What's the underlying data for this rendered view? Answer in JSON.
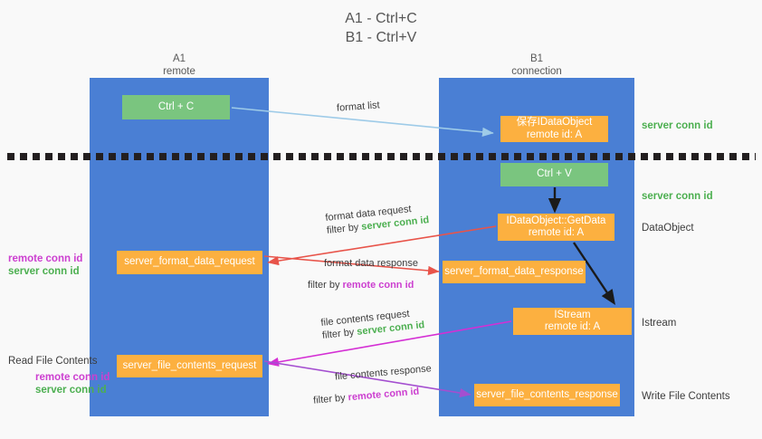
{
  "title": {
    "line1": "A1 - Ctrl+C",
    "line2": "B1 - Ctrl+V"
  },
  "lanes": [
    {
      "name": "A1",
      "sub": "remote"
    },
    {
      "name": "B1",
      "sub": "connection"
    }
  ],
  "nodes": {
    "ctrl_c": {
      "line1": "Ctrl + C"
    },
    "save_idataobject": {
      "line1": "保存IDataObject",
      "line2": "remote id: A"
    },
    "ctrl_v": {
      "line1": "Ctrl + V"
    },
    "getdata": {
      "line1": "IDataObject::GetData",
      "line2": "remote id: A"
    },
    "format_data_request": {
      "line1": "server_format_data_request"
    },
    "format_data_response": {
      "line1": "server_format_data_response"
    },
    "istream": {
      "line1": "IStream",
      "line2": "remote id: A"
    },
    "file_contents_request": {
      "line1": "server_file_contents_request"
    },
    "file_contents_response": {
      "line1": "server_file_contents_response"
    }
  },
  "annotations": {
    "server_conn_id_top": "server conn id",
    "server_conn_id_second": "server conn id",
    "dataobject": "DataObject",
    "istream": "Istream",
    "write_file_contents": "Write File Contents",
    "read_file_contents": "Read File Contents",
    "left_remote_conn_id": "remote conn id",
    "left_server_conn_id": "server conn id",
    "left_remote_conn_id_2": "remote conn id",
    "left_server_conn_id_2": "server conn id"
  },
  "edges": {
    "format_list": {
      "top": "format list"
    },
    "format_data_request": {
      "top": "format data request",
      "bot_prefix": "filter by ",
      "bot_highlight": "server conn id"
    },
    "format_data_response": {
      "top": "format data response",
      "bot_prefix": "filter by ",
      "bot_highlight": "remote conn id"
    },
    "file_contents_request": {
      "top": "file contents request",
      "bot_prefix": "filter by ",
      "bot_highlight": "server conn id"
    },
    "file_contents_response": {
      "top": "file contents response",
      "bot_prefix": "filter by ",
      "bot_highlight": "remote conn id"
    }
  },
  "colors": {
    "lane": "#4a7fd4",
    "green_node": "#7ac57f",
    "orange_node": "#fcb040",
    "green_text": "#4caf50",
    "magenta_text": "#cc3fd0",
    "arrow_blue": "#9ecbe8",
    "arrow_red": "#e8544a",
    "arrow_magenta": "#d42fd4",
    "arrow_purple": "#a44fd0",
    "arrow_black": "#1a1a1a",
    "background": "#f9f9f9"
  }
}
